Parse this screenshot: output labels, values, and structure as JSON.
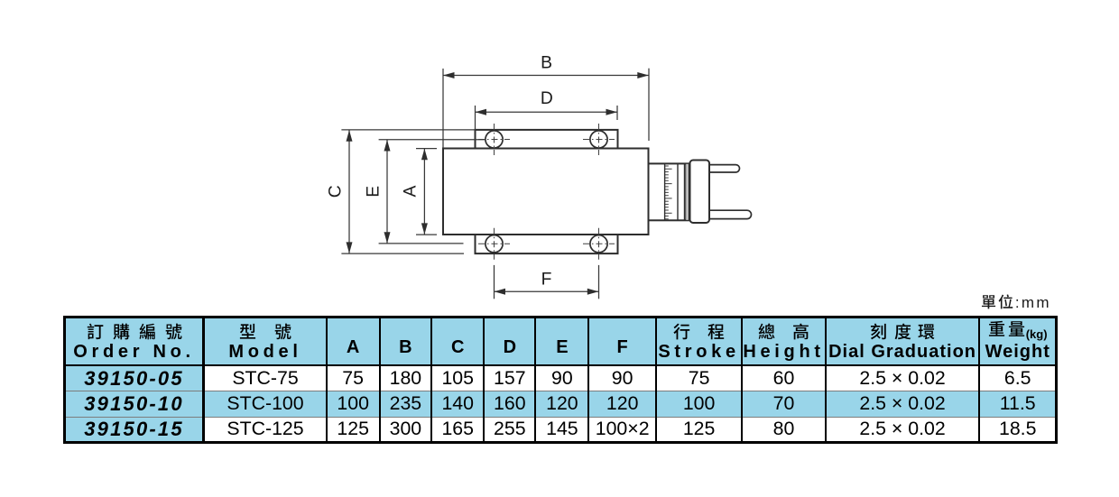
{
  "page": {
    "background": "#ffffff",
    "unit_note": "單位:mm"
  },
  "drawing": {
    "description": "top view of a slide table with mounting flange, bolt holes, graduated dial and crank handle",
    "line_color": "#2f2f2f",
    "dim_labels": {
      "b": "B",
      "d": "D",
      "c": "C",
      "e": "E",
      "a": "A",
      "f": "F"
    }
  },
  "table": {
    "accent_color": "#99d5e9",
    "columns": [
      {
        "key": "order_no",
        "zh": "訂購編號",
        "en": "Order No."
      },
      {
        "key": "model",
        "zh": "型 號",
        "en": "Model"
      },
      {
        "key": "a",
        "label": "A"
      },
      {
        "key": "b",
        "label": "B"
      },
      {
        "key": "c",
        "label": "C"
      },
      {
        "key": "d",
        "label": "D"
      },
      {
        "key": "e",
        "label": "E"
      },
      {
        "key": "f",
        "label": "F"
      },
      {
        "key": "stroke",
        "zh": "行 程",
        "en": "Stroke"
      },
      {
        "key": "height",
        "zh": "總 高",
        "en": "Height"
      },
      {
        "key": "dial",
        "zh": "刻度環",
        "en": "Dial Graduation"
      },
      {
        "key": "weight",
        "zh": "重量",
        "unit": "(kg)",
        "en": "Weight"
      }
    ],
    "rows": [
      {
        "order_no": "39150-05",
        "model": "STC-75",
        "a": "75",
        "b": "180",
        "c": "105",
        "d": "157",
        "e": "90",
        "f": "90",
        "stroke": "75",
        "height": "60",
        "dial": "2.5 × 0.02",
        "weight": "6.5"
      },
      {
        "order_no": "39150-10",
        "model": "STC-100",
        "a": "100",
        "b": "235",
        "c": "140",
        "d": "160",
        "e": "120",
        "f": "120",
        "stroke": "100",
        "height": "70",
        "dial": "2.5 × 0.02",
        "weight": "11.5"
      },
      {
        "order_no": "39150-15",
        "model": "STC-125",
        "a": "125",
        "b": "300",
        "c": "165",
        "d": "255",
        "e": "145",
        "f": "100×2",
        "stroke": "125",
        "height": "80",
        "dial": "2.5 × 0.02",
        "weight": "18.5"
      }
    ]
  }
}
